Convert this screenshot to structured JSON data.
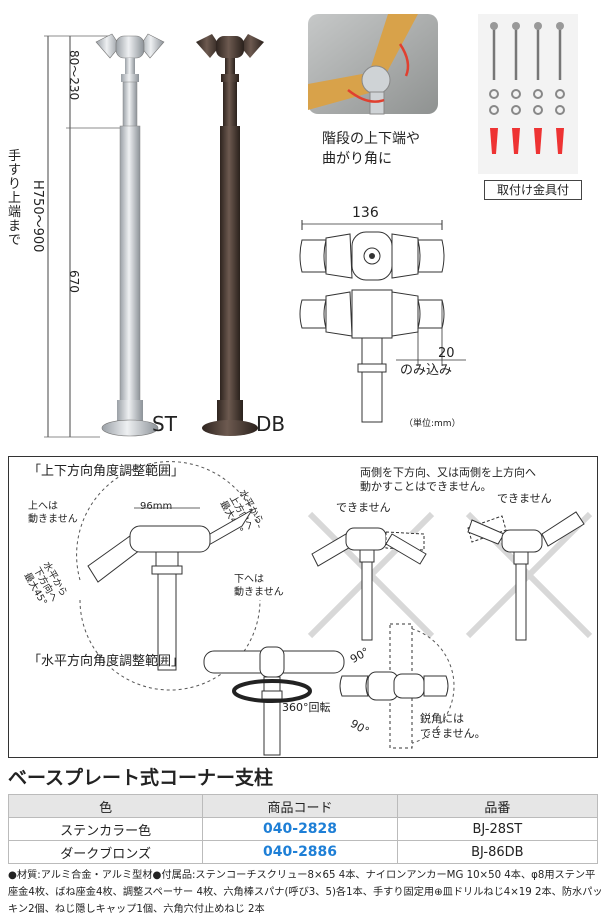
{
  "vertical_label": "手すり上端まで",
  "height_total": "H750～900",
  "dim_top": "80～230",
  "dim_670": "670",
  "label_st": "ST",
  "label_db": "DB",
  "photo_caption_1": "階段の上下端や",
  "photo_caption_2": "曲がり角に",
  "hardware_caption": "取付け金具付",
  "dim_136": "136",
  "dim_20": "20",
  "noomikomi": "のみ込み",
  "unit": "（単位:mm）",
  "vertical_range": {
    "title": "「上下方向角度調整範囲」",
    "up_cannot_1": "上へは",
    "up_cannot_2": "動きません",
    "dim_96": "96mm",
    "h_up_1": "水平から",
    "h_up_2": "上方向へ",
    "h_up_3": "最大45°",
    "h_down_1": "水平から",
    "h_down_2": "下方向へ",
    "h_down_3": "最大45°",
    "down_cannot_1": "下へは",
    "down_cannot_2": "動きません",
    "note_1": "両側を下方向、又は両側を上方向へ",
    "note_2": "動かすことはできません。",
    "cannot_1": "できません",
    "cannot_2": "できません"
  },
  "horizontal_range": {
    "title": "「水平方向角度調整範囲」",
    "rotation": "360°回転",
    "deg_90a": "90°",
    "deg_90b": "90°",
    "acute_1": "鋭角には",
    "acute_2": "できません。"
  },
  "section_title": "ベースプレート式コーナー支柱",
  "table": {
    "headers": [
      "色",
      "商品コード",
      "品番"
    ],
    "rows": [
      [
        "ステンカラー色",
        "040-2828",
        "BJ-28ST"
      ],
      [
        "ダークブロンズ",
        "040-2886",
        "BJ-86DB"
      ]
    ]
  },
  "notes": "●材質:アルミ合金・アルミ型材●付属品:ステンコーチスクリュー8×65 4本、ナイロンアンカーMG 10×50 4本、φ8用ステン平座金4枚、ばね座金4枚、調整スペーサー 4枚、六角棒スパナ(呼び3、5)各1本、手すり固定用⊕皿ドリルねじ4×19 2本、防水パッキン2個、ねじ隠しキャップ1個、六角穴付止めねじ 2本",
  "colors": {
    "silver": "#c9ccd0",
    "bronze": "#4a3b34",
    "accent": "#1e7fd6",
    "wood": "#d9a54a"
  }
}
